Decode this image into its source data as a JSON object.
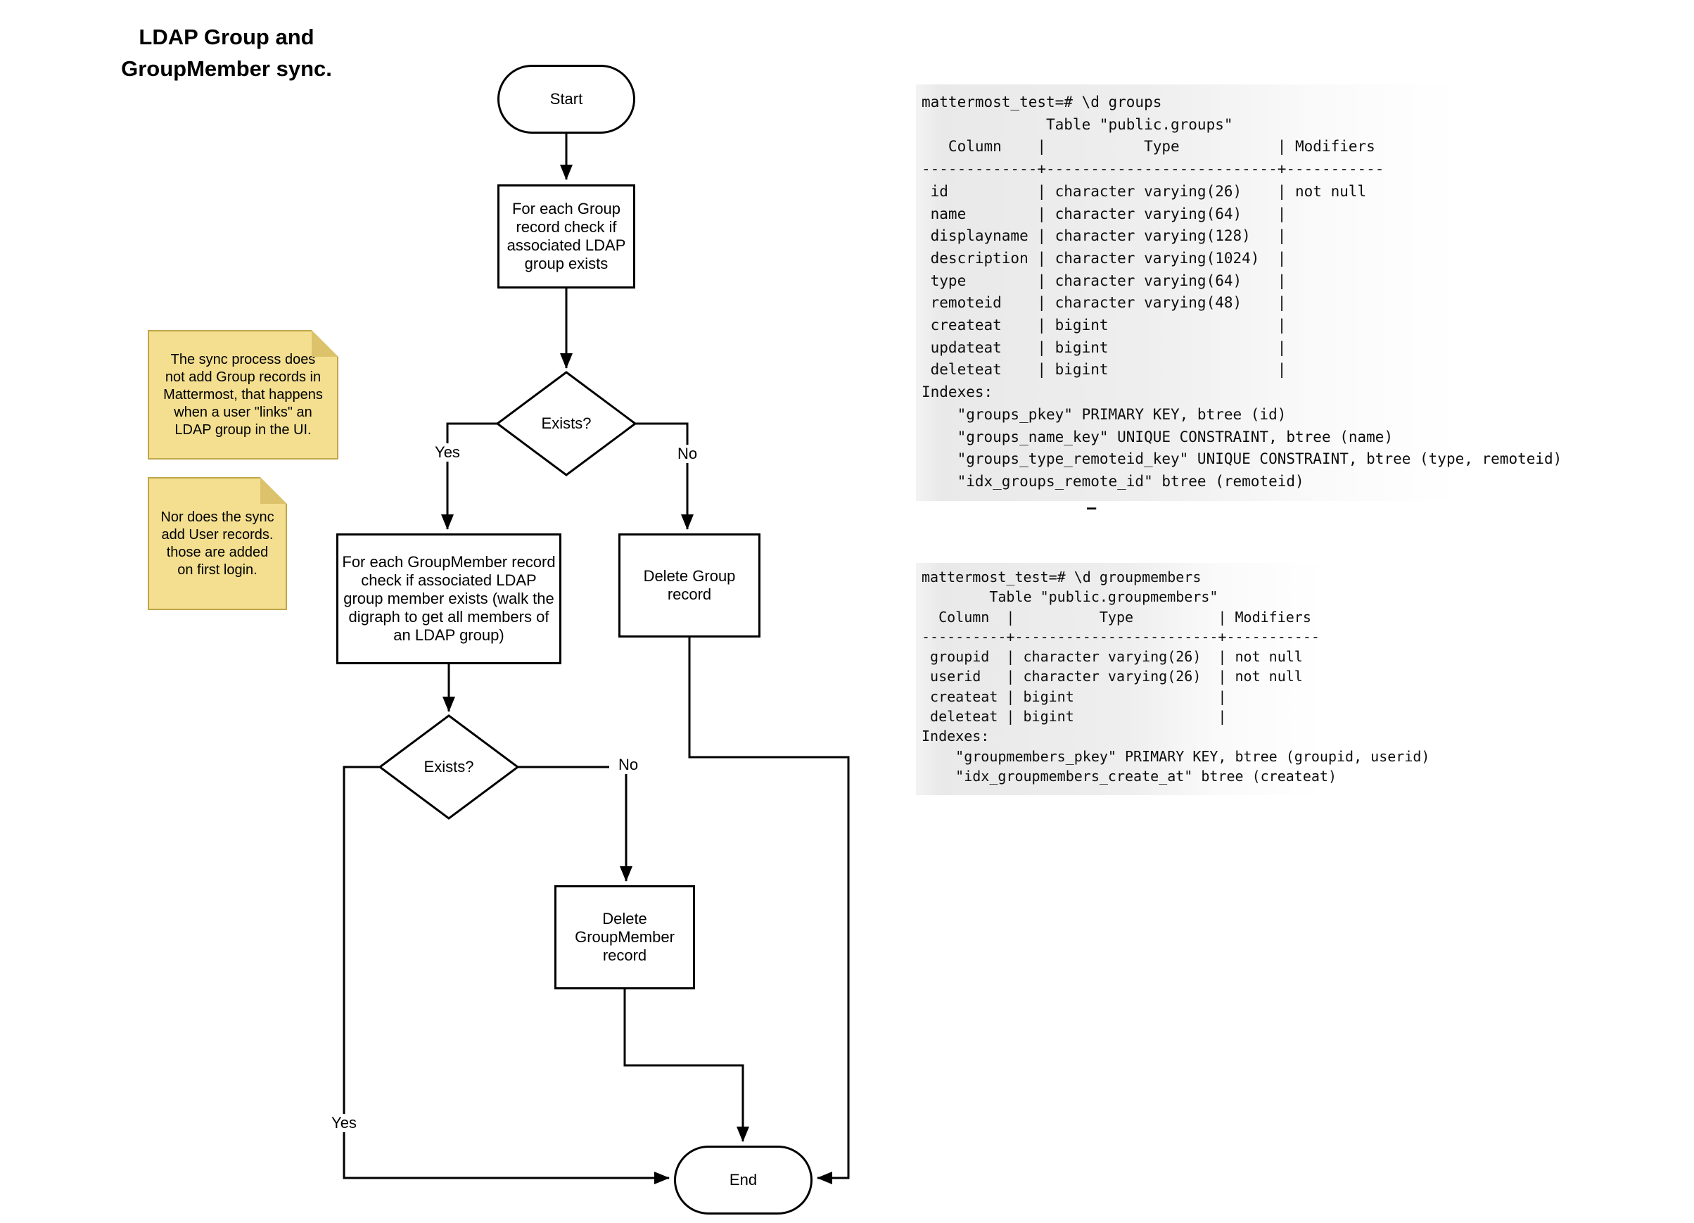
{
  "title": "LDAP Group and\nGroupMember sync.",
  "flowchart": {
    "start_label": "Start",
    "step_group_check": "For each Group\nrecord check if\nassociated LDAP\ngroup exists",
    "decision1_label": "Exists?",
    "decision1_yes": "Yes",
    "decision1_no": "No",
    "step_groupmember_check": "For each GroupMember record\ncheck if associated LDAP\ngroup member exists (walk the\ndigraph to get all members of\nan LDAP group)",
    "delete_group_label": "Delete Group\nrecord",
    "decision2_label": "Exists?",
    "decision2_yes": "Yes",
    "decision2_no": "No",
    "delete_groupmember_label": "Delete\nGroupMember\nrecord",
    "end_label": "End"
  },
  "notes": {
    "note1": "The sync process does\nnot add Group records in\nMattermost, that happens\nwhen a user \"links\" an\nLDAP group in the UI.",
    "note2": "Nor does the sync\nadd User records.\nthose are added\non first login."
  },
  "terminals": {
    "groups": "mattermost_test=# \\d groups\n              Table \"public.groups\"\n   Column    |           Type           | Modifiers \n-------------+--------------------------+-----------\n id          | character varying(26)    | not null\n name        | character varying(64)    | \n displayname | character varying(128)   | \n description | character varying(1024)  | \n type        | character varying(64)    | \n remoteid    | character varying(48)    | \n createat    | bigint                   | \n updateat    | bigint                   | \n deleteat    | bigint                   | \nIndexes:\n    \"groups_pkey\" PRIMARY KEY, btree (id)\n    \"groups_name_key\" UNIQUE CONSTRAINT, btree (name)\n    \"groups_type_remoteid_key\" UNIQUE CONSTRAINT, btree (type, remoteid)\n    \"idx_groups_remote_id\" btree (remoteid)",
    "groupmembers": "mattermost_test=# \\d groupmembers\n        Table \"public.groupmembers\"\n  Column  |          Type          | Modifiers \n----------+------------------------+-----------\n groupid  | character varying(26)  | not null\n userid   | character varying(26)  | not null\n createat | bigint                 | \n deleteat | bigint                 | \nIndexes:\n    \"groupmembers_pkey\" PRIMARY KEY, btree (groupid, userid)\n    \"idx_groupmembers_create_at\" btree (createat)",
    "stray_dash": "–"
  },
  "colors": {
    "note_fill": "#F3DF8F",
    "note_fold": "#DCC26B",
    "note_border": "#BFA64A",
    "terminal_gray": "#e9e9e9",
    "line_color": "#000000"
  }
}
